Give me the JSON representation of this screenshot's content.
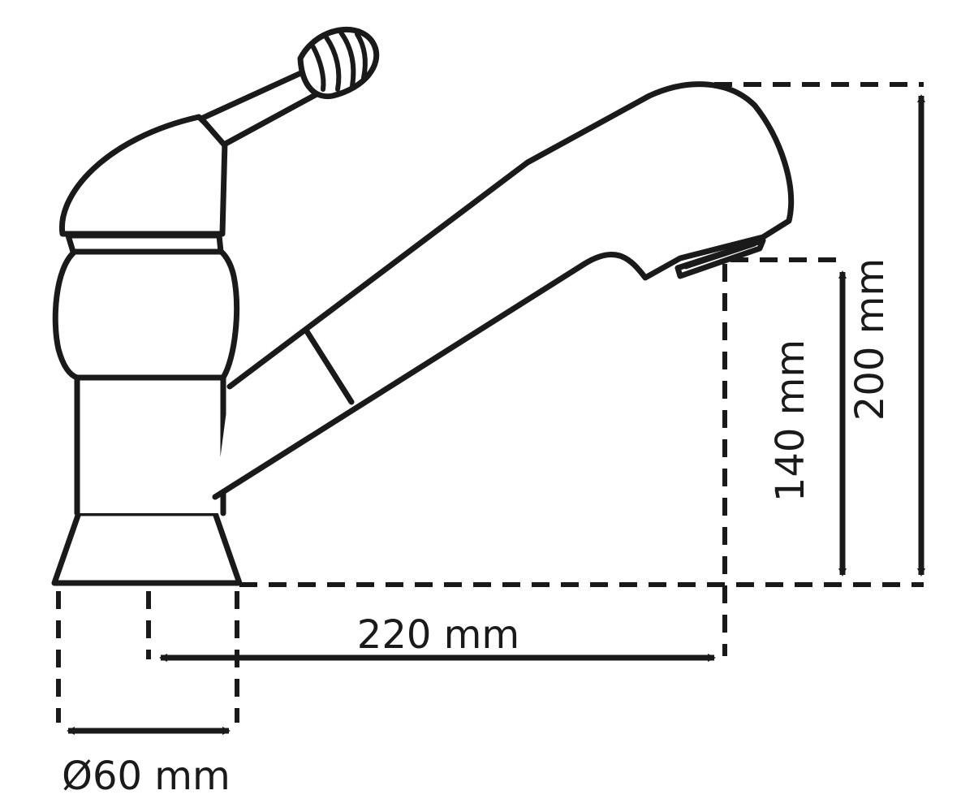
{
  "drawing": {
    "line_color": "#1a1a1a",
    "background_color": "#ffffff",
    "subject": "single-lever-faucet-with-pull-out-spout"
  },
  "dimensions": {
    "height_total": "200 mm",
    "height_outlet": "140 mm",
    "reach": "220 mm",
    "base_diameter": "Ø60 mm"
  }
}
